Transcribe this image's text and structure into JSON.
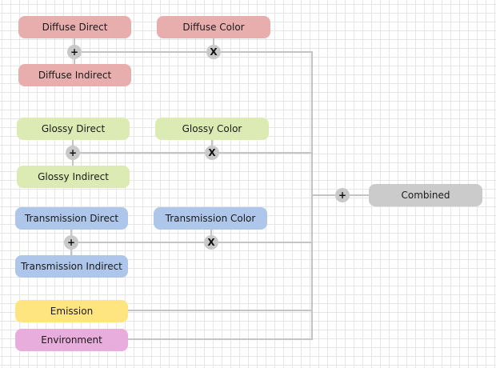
{
  "nodes": {
    "diffuse_direct": "Diffuse Direct",
    "diffuse_color": "Diffuse Color",
    "diffuse_indirect": "Diffuse Indirect",
    "glossy_direct": "Glossy Direct",
    "glossy_color": "Glossy Color",
    "glossy_indirect": "Glossy Indirect",
    "transmission_direct": "Transmission Direct",
    "transmission_color": "Transmission Color",
    "transmission_indirect": "Transmission Indirect",
    "emission": "Emission",
    "environment": "Environment",
    "combined": "Combined"
  },
  "operators": {
    "add": "+",
    "multiply": "X"
  },
  "colors": {
    "diffuse": "#e8aeae",
    "glossy": "#dcebb3",
    "transmission": "#adc6ea",
    "emission": "#ffe57f",
    "environment": "#e8acdd",
    "combined": "#cbcbcb",
    "wire": "#c4c4c4"
  }
}
